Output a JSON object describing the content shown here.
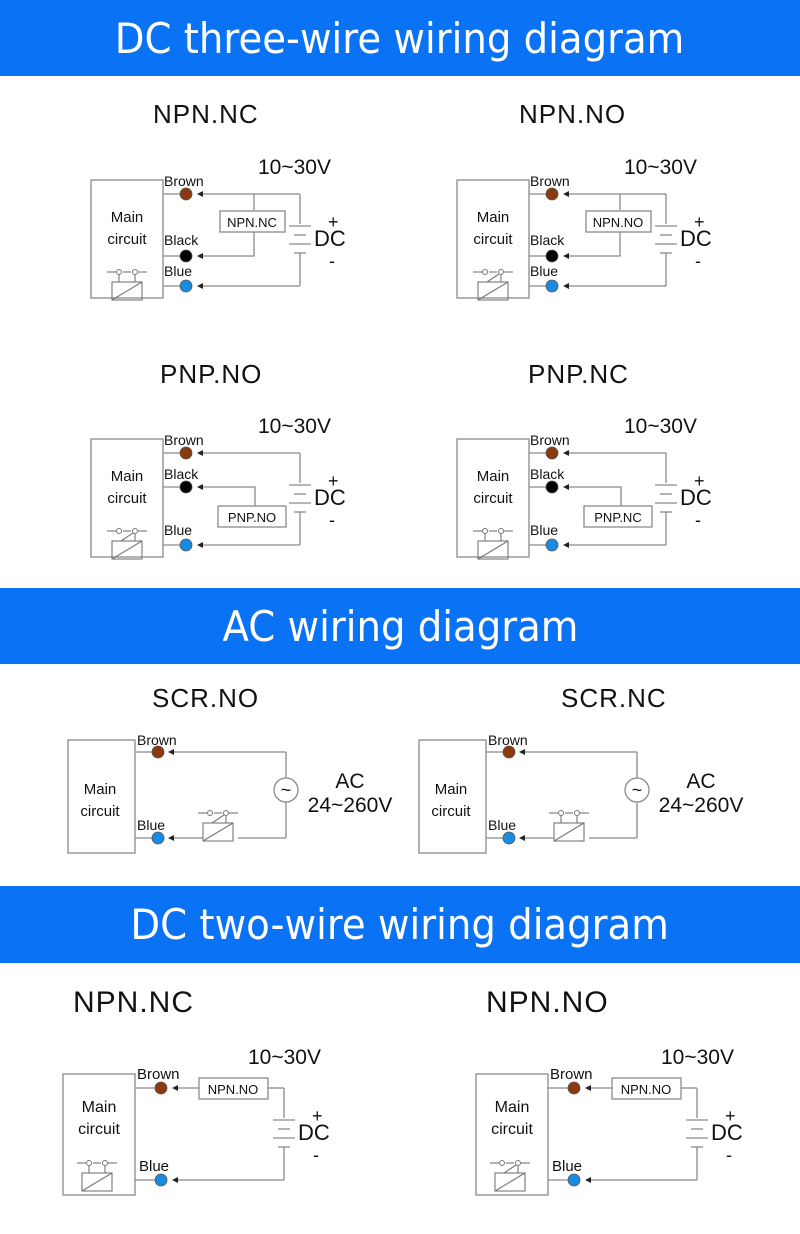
{
  "colors": {
    "banner_bg": "#0a72f5",
    "banner_text": "#ffffff",
    "wire": "#8a8a8a",
    "brown": "#8b3a10",
    "black": "#000000",
    "blue": "#1a8be0"
  },
  "sections": [
    {
      "title": "DC three-wire wiring diagram",
      "diagrams": [
        {
          "title": "NPN.NC",
          "type": "dc3-npn",
          "voltage": "10~30V",
          "source": "DC",
          "plus": "+",
          "minus": "-",
          "main": [
            "Main",
            "circuit"
          ],
          "switch_box": "NPN.NC",
          "wires": [
            "Brown",
            "Black",
            "Blue"
          ],
          "relay": "nc"
        },
        {
          "title": "NPN.NO",
          "type": "dc3-npn",
          "voltage": "10~30V",
          "source": "DC",
          "plus": "+",
          "minus": "-",
          "main": [
            "Main",
            "circuit"
          ],
          "switch_box": "NPN.NO",
          "wires": [
            "Brown",
            "Black",
            "Blue"
          ],
          "relay": "no"
        },
        {
          "title": "PNP.NO",
          "type": "dc3-pnp",
          "voltage": "10~30V",
          "source": "DC",
          "plus": "+",
          "minus": "-",
          "main": [
            "Main",
            "circuit"
          ],
          "switch_box": "PNP.NO",
          "wires": [
            "Brown",
            "Black",
            "Blue"
          ],
          "relay": "no"
        },
        {
          "title": "PNP.NC",
          "type": "dc3-pnp",
          "voltage": "10~30V",
          "source": "DC",
          "plus": "+",
          "minus": "-",
          "main": [
            "Main",
            "circuit"
          ],
          "switch_box": "PNP.NC",
          "wires": [
            "Brown",
            "Black",
            "Blue"
          ],
          "relay": "nc"
        }
      ]
    },
    {
      "title": "AC wiring diagram",
      "diagrams": [
        {
          "title": "SCR.NO",
          "type": "ac",
          "voltage": "24~260V",
          "source": "AC",
          "ac_symbol": "~",
          "main": [
            "Main",
            "circuit"
          ],
          "wires": [
            "Brown",
            "Blue"
          ],
          "relay": "no"
        },
        {
          "title": "SCR.NC",
          "type": "ac",
          "voltage": "24~260V",
          "source": "AC",
          "ac_symbol": "~",
          "main": [
            "Main",
            "circuit"
          ],
          "wires": [
            "Brown",
            "Blue"
          ],
          "relay": "nc"
        }
      ]
    },
    {
      "title": "DC two-wire wiring diagram",
      "diagrams": [
        {
          "title": "NPN.NC",
          "type": "dc2",
          "voltage": "10~30V",
          "source": "DC",
          "plus": "+",
          "minus": "-",
          "main": [
            "Main",
            "circuit"
          ],
          "switch_box": "NPN.NO",
          "wires": [
            "Brown",
            "Blue"
          ],
          "relay": "nc"
        },
        {
          "title": "NPN.NO",
          "type": "dc2",
          "voltage": "10~30V",
          "source": "DC",
          "plus": "+",
          "minus": "-",
          "main": [
            "Main",
            "circuit"
          ],
          "switch_box": "NPN.NO",
          "wires": [
            "Brown",
            "Blue"
          ],
          "relay": "no"
        }
      ]
    }
  ]
}
